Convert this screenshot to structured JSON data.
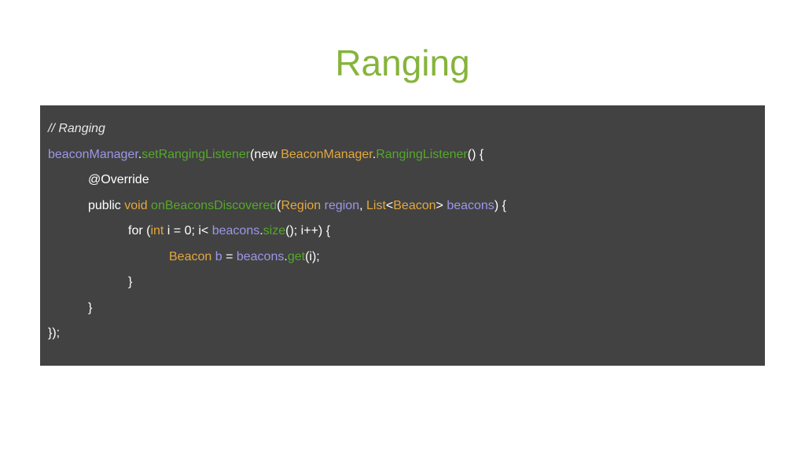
{
  "slide": {
    "title": "Ranging"
  },
  "colors": {
    "title": "#85b43c",
    "code_background": "#424242",
    "plain": "#ffffff",
    "variable": "#9b97e6",
    "method": "#55a82a",
    "type": "#e3a83e"
  },
  "code": {
    "lines": [
      {
        "indent": 0,
        "tokens": [
          {
            "t": "comment",
            "text": "// Ranging"
          }
        ]
      },
      {
        "indent": 0,
        "tokens": [
          {
            "t": "var",
            "text": "beaconManager"
          },
          {
            "t": "plain",
            "text": "."
          },
          {
            "t": "method",
            "text": "setRangingListener"
          },
          {
            "t": "plain",
            "text": "(new "
          },
          {
            "t": "type",
            "text": "BeaconManager"
          },
          {
            "t": "plain",
            "text": "."
          },
          {
            "t": "method",
            "text": "RangingListener"
          },
          {
            "t": "plain",
            "text": "() {"
          }
        ]
      },
      {
        "indent": 1,
        "tokens": [
          {
            "t": "plain",
            "text": "@Override"
          }
        ]
      },
      {
        "indent": 1,
        "tokens": [
          {
            "t": "plain",
            "text": "public "
          },
          {
            "t": "type",
            "text": "void "
          },
          {
            "t": "method",
            "text": "onBeaconsDiscovered"
          },
          {
            "t": "plain",
            "text": "("
          },
          {
            "t": "type",
            "text": "Region "
          },
          {
            "t": "var",
            "text": "region"
          },
          {
            "t": "plain",
            "text": ", "
          },
          {
            "t": "type",
            "text": "List"
          },
          {
            "t": "plain",
            "text": "<"
          },
          {
            "t": "type",
            "text": "Beacon"
          },
          {
            "t": "plain",
            "text": "> "
          },
          {
            "t": "var",
            "text": "beacons"
          },
          {
            "t": "plain",
            "text": ") {"
          }
        ]
      },
      {
        "indent": 2,
        "tokens": [
          {
            "t": "plain",
            "text": "for ("
          },
          {
            "t": "type",
            "text": "int "
          },
          {
            "t": "plain",
            "text": "i = 0; i< "
          },
          {
            "t": "var",
            "text": "beacons"
          },
          {
            "t": "plain",
            "text": "."
          },
          {
            "t": "method",
            "text": "size"
          },
          {
            "t": "plain",
            "text": "(); i++) {"
          }
        ]
      },
      {
        "indent": 3,
        "tokens": [
          {
            "t": "type",
            "text": "Beacon "
          },
          {
            "t": "var",
            "text": "b"
          },
          {
            "t": "plain",
            "text": " = "
          },
          {
            "t": "var",
            "text": "beacons"
          },
          {
            "t": "plain",
            "text": "."
          },
          {
            "t": "method",
            "text": "get"
          },
          {
            "t": "plain",
            "text": "(i);"
          }
        ]
      },
      {
        "indent": 2,
        "tokens": [
          {
            "t": "plain",
            "text": "}"
          }
        ]
      },
      {
        "indent": 1,
        "tokens": [
          {
            "t": "plain",
            "text": "}"
          }
        ]
      },
      {
        "indent": 0,
        "tokens": [
          {
            "t": "plain",
            "text": "});"
          }
        ]
      }
    ]
  }
}
